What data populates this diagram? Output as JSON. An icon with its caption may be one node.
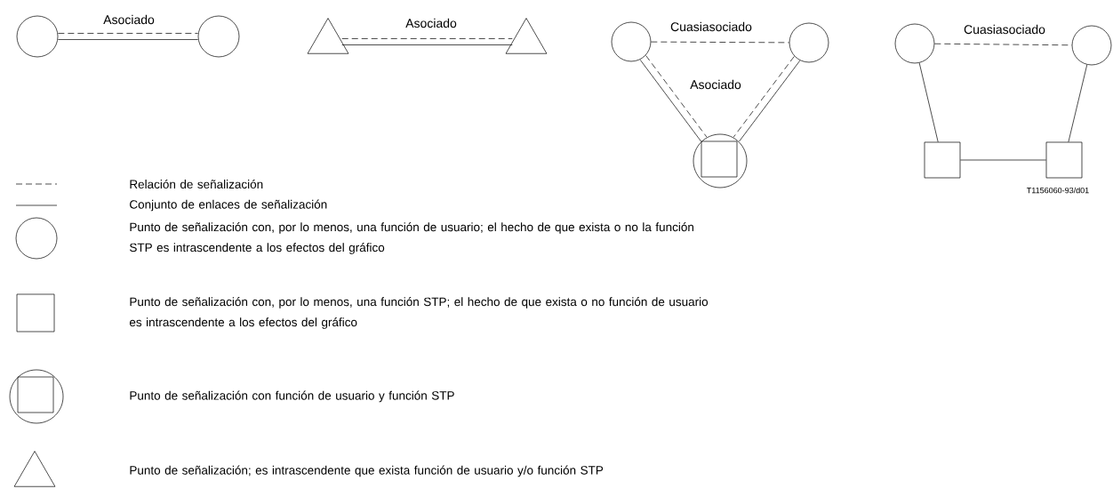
{
  "diagram": {
    "nodes": [
      {
        "text": [],
        "shape": "circle"
      },
      {
        "text": [],
        "shape": "circle"
      },
      {
        "text": [],
        "shape": "triangle"
      },
      {
        "text": [],
        "shape": "triangle"
      },
      {
        "text": [],
        "shape": "circle"
      },
      {
        "text": [],
        "shape": "circle"
      },
      {
        "text": [],
        "shape": "circle"
      },
      {
        "text": [],
        "shape": "box",
        "in": 6
      },
      {
        "text": [],
        "shape": "circle"
      },
      {
        "text": [],
        "shape": "circle"
      },
      {
        "text": [],
        "shape": "box"
      },
      {
        "text": [],
        "shape": "box"
      },
      {
        "text": [],
        "shape": "circle"
      },
      {
        "text": [],
        "shape": "box"
      },
      {
        "text": [],
        "shape": "circle"
      },
      {
        "text": [],
        "shape": "box",
        "in": 14
      },
      {
        "text": [],
        "shape": "triangle"
      }
    ],
    "edges": [
      {
        "from": 0,
        "to": 1,
        "arrow": "none",
        "style": "dashed",
        "label": "Asociado"
      },
      {
        "from": 0,
        "to": 1,
        "arrow": "none"
      },
      {
        "from": 2,
        "to": 3,
        "arrow": "none",
        "style": "dashed",
        "label": "Asociado"
      },
      {
        "from": 2,
        "to": 3,
        "arrow": "none"
      },
      {
        "from": 4,
        "to": 5,
        "arrow": "none",
        "style": "dashed",
        "label": "Cuasiasociado"
      },
      {
        "from": 4,
        "to": 6,
        "arrow": "none"
      },
      {
        "from": 4,
        "to": 6,
        "arrow": "none",
        "style": "dashed"
      },
      {
        "from": 5,
        "to": 6,
        "arrow": "none",
        "style": "dashed"
      },
      {
        "from": 5,
        "to": 6,
        "arrow": "none"
      },
      {
        "from": 8,
        "to": 9,
        "arrow": "none",
        "style": "dashed",
        "label": "Cuasiasociado"
      },
      {
        "from": 8,
        "to": 10,
        "arrow": "none"
      },
      {
        "from": 9,
        "to": 11,
        "arrow": "none"
      },
      {
        "from": 10,
        "to": 11,
        "arrow": "none"
      }
    ],
    "labels": [
      "Asociado",
      "T1156060-93/d01"
    ],
    "legend": [
      {
        "text": "Relación de señalización"
      },
      {
        "text": "Conjunto de enlaces de señalización"
      },
      {
        "text": "Punto de señalización con, por lo menos, una función de usuario; el hecho de que exista o no la función STP es intrascendente a los efectos del gráfico"
      },
      {
        "text": "Punto de señalización con, por lo menos, una función STP; el hecho de que exista o no función de usuario es intrascendente a los efectos del gráfico"
      },
      {
        "text": "Punto de señalización con función de usuario y función STP"
      },
      {
        "text": "Punto de señalización; es intrascendente que exista función de usuario y/o función STP"
      }
    ]
  }
}
